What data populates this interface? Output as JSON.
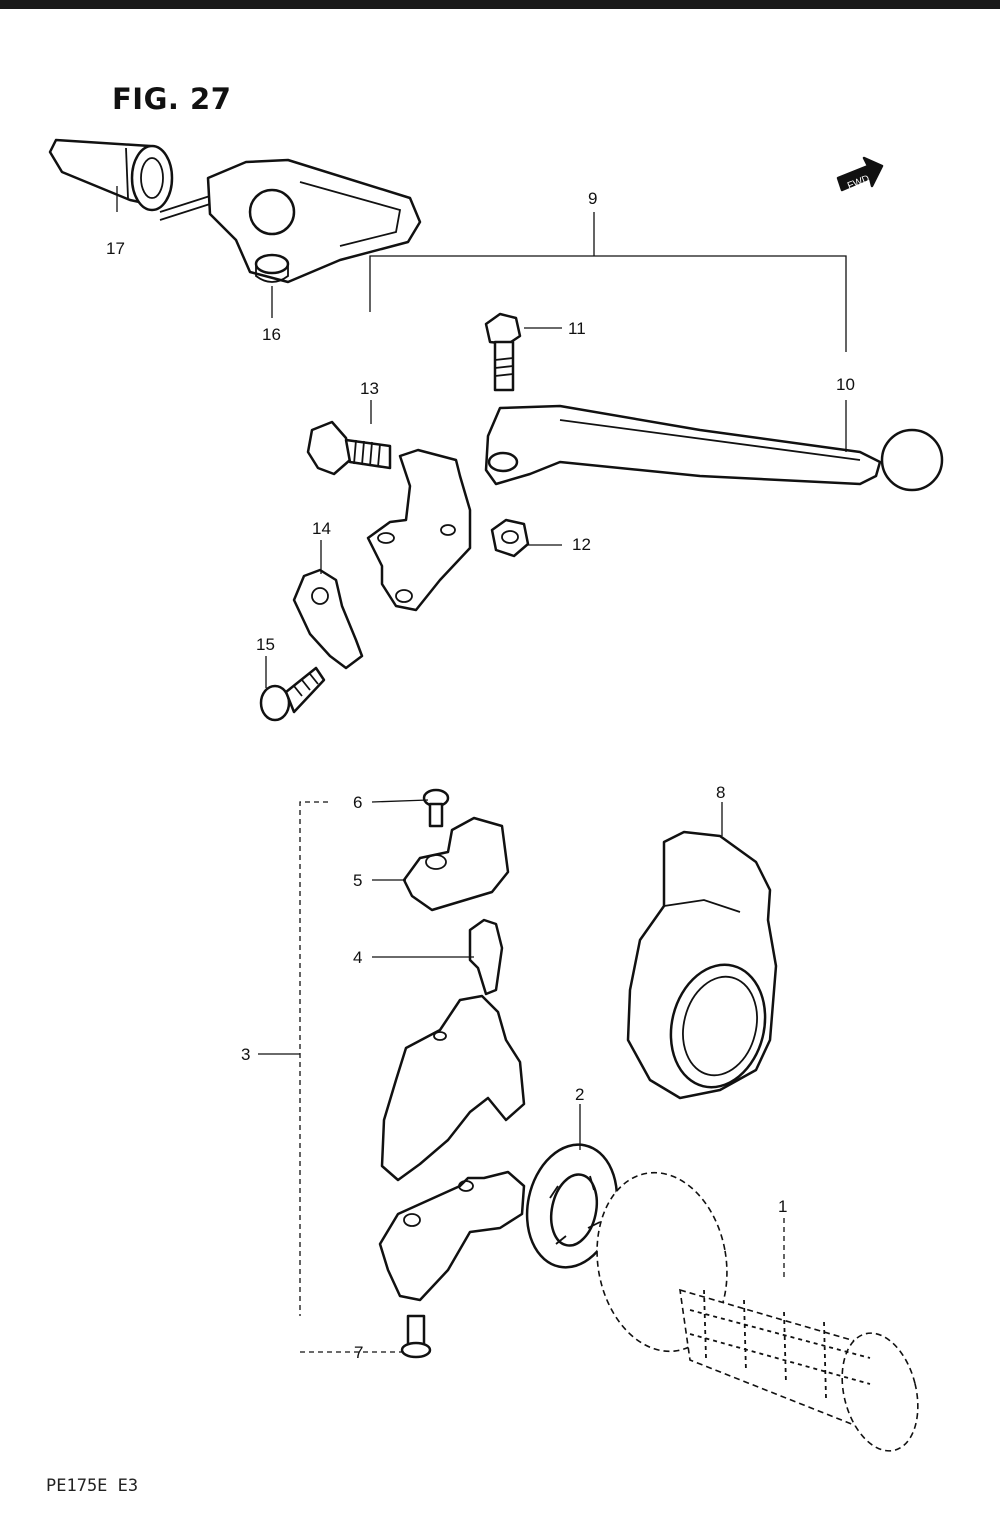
{
  "figure": {
    "title": "FIG. 27",
    "footer_code": "PE175E E3",
    "fwd_label": "FWD"
  },
  "callouts": [
    {
      "id": "1",
      "label": "1"
    },
    {
      "id": "2",
      "label": "2"
    },
    {
      "id": "3",
      "label": "3"
    },
    {
      "id": "4",
      "label": "4"
    },
    {
      "id": "5",
      "label": "5"
    },
    {
      "id": "6",
      "label": "6"
    },
    {
      "id": "7",
      "label": "7"
    },
    {
      "id": "8",
      "label": "8"
    },
    {
      "id": "9",
      "label": "9"
    },
    {
      "id": "10",
      "label": "10"
    },
    {
      "id": "11",
      "label": "11"
    },
    {
      "id": "12",
      "label": "12"
    },
    {
      "id": "13",
      "label": "13"
    },
    {
      "id": "14",
      "label": "14"
    },
    {
      "id": "15",
      "label": "15"
    },
    {
      "id": "16",
      "label": "16"
    },
    {
      "id": "17",
      "label": "17"
    }
  ]
}
